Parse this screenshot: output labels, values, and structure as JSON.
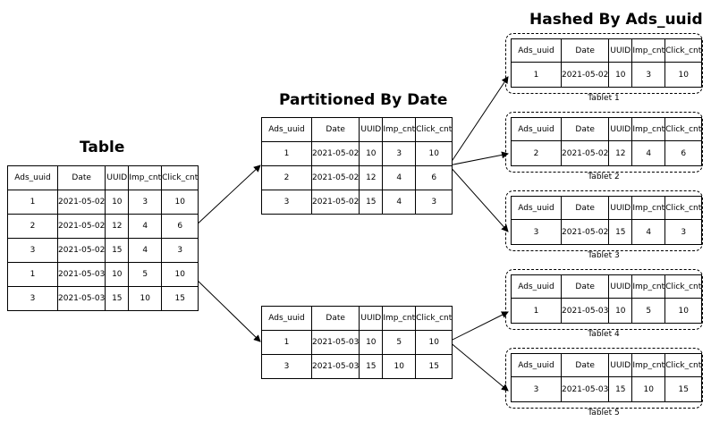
{
  "headings": {
    "table": "Table",
    "partitioned": "Partitioned By Date",
    "hashed": "Hashed By Ads_uuid"
  },
  "columns": [
    "Ads_uuid",
    "Date",
    "UUID",
    "Imp_cnt",
    "Click_cnt"
  ],
  "source_table": {
    "rows": [
      [
        "1",
        "2021-05-02",
        "10",
        "3",
        "10"
      ],
      [
        "2",
        "2021-05-02",
        "12",
        "4",
        "6"
      ],
      [
        "3",
        "2021-05-02",
        "15",
        "4",
        "3"
      ],
      [
        "1",
        "2021-05-03",
        "10",
        "5",
        "10"
      ],
      [
        "3",
        "2021-05-03",
        "15",
        "10",
        "15"
      ]
    ]
  },
  "partitions": [
    {
      "rows": [
        [
          "1",
          "2021-05-02",
          "10",
          "3",
          "10"
        ],
        [
          "2",
          "2021-05-02",
          "12",
          "4",
          "6"
        ],
        [
          "3",
          "2021-05-02",
          "15",
          "4",
          "3"
        ]
      ]
    },
    {
      "rows": [
        [
          "1",
          "2021-05-03",
          "10",
          "5",
          "10"
        ],
        [
          "3",
          "2021-05-03",
          "15",
          "10",
          "15"
        ]
      ]
    }
  ],
  "tablets": [
    {
      "label": "Tablet 1",
      "row": [
        "1",
        "2021-05-02",
        "10",
        "3",
        "10"
      ]
    },
    {
      "label": "Tablet 2",
      "row": [
        "2",
        "2021-05-02",
        "12",
        "4",
        "6"
      ]
    },
    {
      "label": "Tablet 3",
      "row": [
        "3",
        "2021-05-02",
        "15",
        "4",
        "3"
      ]
    },
    {
      "label": "Tablet 4",
      "row": [
        "1",
        "2021-05-03",
        "10",
        "5",
        "10"
      ]
    },
    {
      "label": "Tablet 5",
      "row": [
        "3",
        "2021-05-03",
        "15",
        "10",
        "15"
      ]
    }
  ]
}
